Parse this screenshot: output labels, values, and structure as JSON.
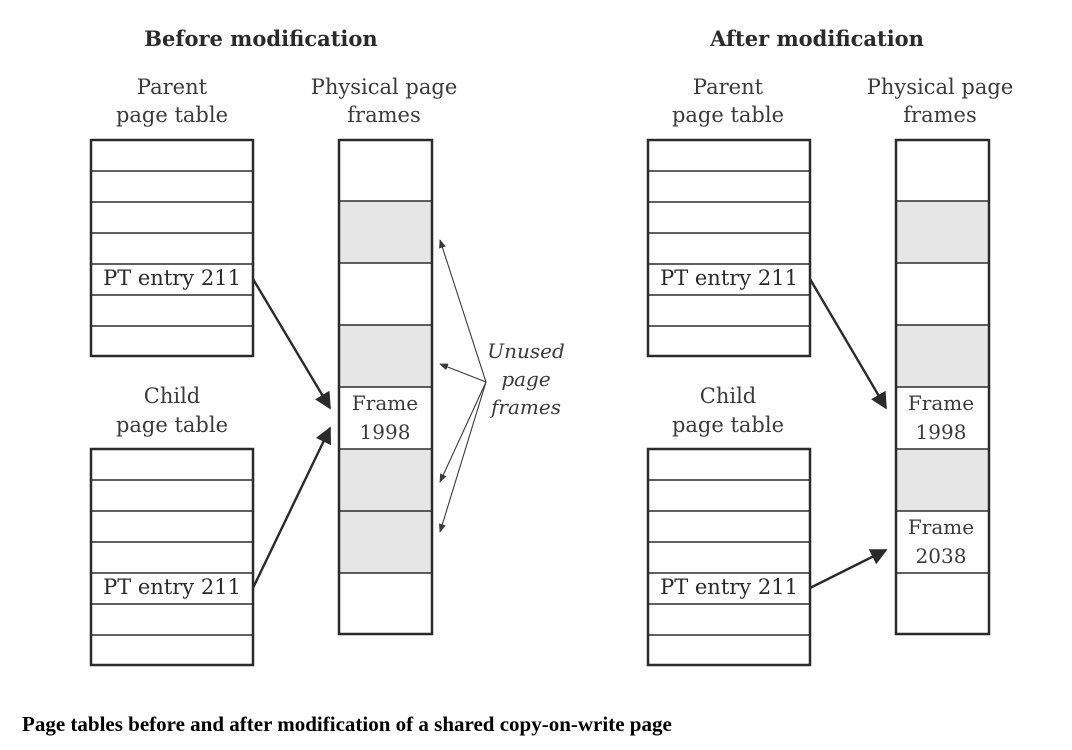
{
  "before": {
    "heading": "Before modification",
    "parent_label": [
      "Parent",
      "page table"
    ],
    "frames_label": [
      "Physical page",
      "frames"
    ],
    "child_label": [
      "Child",
      "page table"
    ],
    "parent_entry": "PT entry 211",
    "child_entry": "PT entry 211",
    "frame": [
      "Frame",
      "1998"
    ]
  },
  "annotation": [
    "Unused",
    "page",
    "frames"
  ],
  "after": {
    "heading": "After modification",
    "parent_label": [
      "Parent",
      "page table"
    ],
    "frames_label": [
      "Physical page",
      "frames"
    ],
    "child_label": [
      "Child",
      "page table"
    ],
    "parent_entry": "PT entry 211",
    "child_entry": "PT entry 211",
    "frame_1": [
      "Frame",
      "1998"
    ],
    "frame_2": [
      "Frame",
      "2038"
    ]
  },
  "caption": "Page tables before and after modification of a shared copy-on-write page"
}
